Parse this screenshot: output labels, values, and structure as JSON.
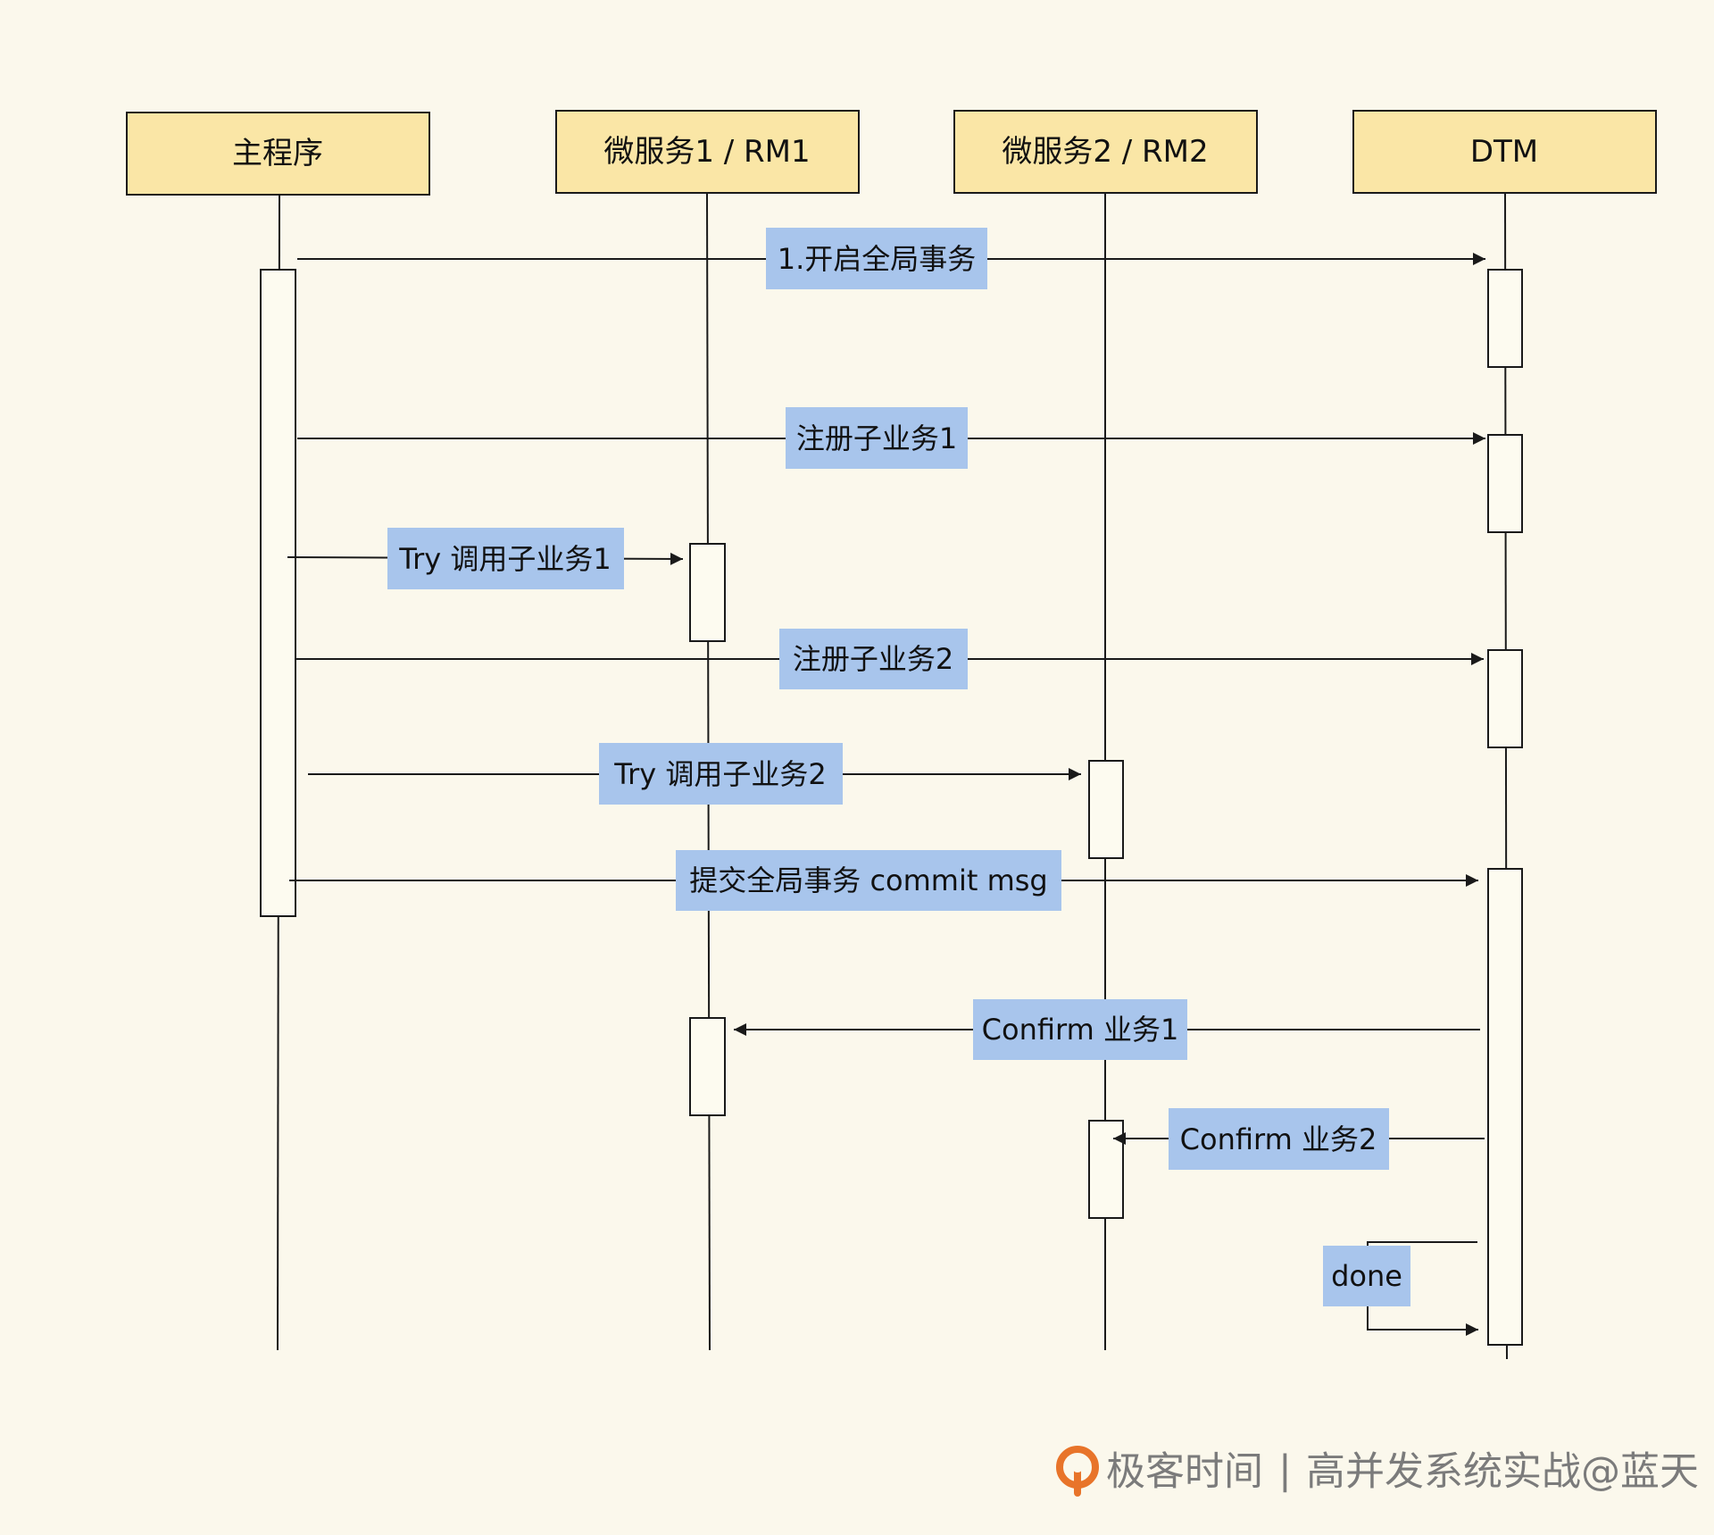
{
  "participants": [
    {
      "id": "main",
      "label": "主程序"
    },
    {
      "id": "rm1",
      "label": "微服务1 / RM1"
    },
    {
      "id": "rm2",
      "label": "微服务2 / RM2"
    },
    {
      "id": "dtm",
      "label": "DTM"
    }
  ],
  "messages": [
    {
      "label": "1.开启全局事务",
      "from": "main",
      "to": "dtm"
    },
    {
      "label": "注册子业务1",
      "from": "main",
      "to": "dtm"
    },
    {
      "label": "Try 调用子业务1",
      "from": "main",
      "to": "rm1"
    },
    {
      "label": "注册子业务2",
      "from": "main",
      "to": "dtm"
    },
    {
      "label": "Try 调用子业务2",
      "from": "main",
      "to": "rm2"
    },
    {
      "label": "提交全局事务 commit msg",
      "from": "main",
      "to": "dtm"
    },
    {
      "label": "Confirm 业务1",
      "from": "dtm",
      "to": "rm1"
    },
    {
      "label": "Confirm 业务2",
      "from": "dtm",
      "to": "rm2"
    },
    {
      "label": "done",
      "from": "dtm",
      "to": "dtm"
    }
  ],
  "colors": {
    "background": "#fbf8ec",
    "participant_fill": "#fae6a6",
    "label_fill": "#a8c5ec",
    "line": "#1a1a1a",
    "activation_fill": "#fdfbf0",
    "watermark": "#7b7b7b",
    "logo_orange": "#e8742a"
  },
  "watermark": {
    "brand": "极客时间",
    "separator": "|",
    "text": "高并发系统实战@蓝天"
  }
}
